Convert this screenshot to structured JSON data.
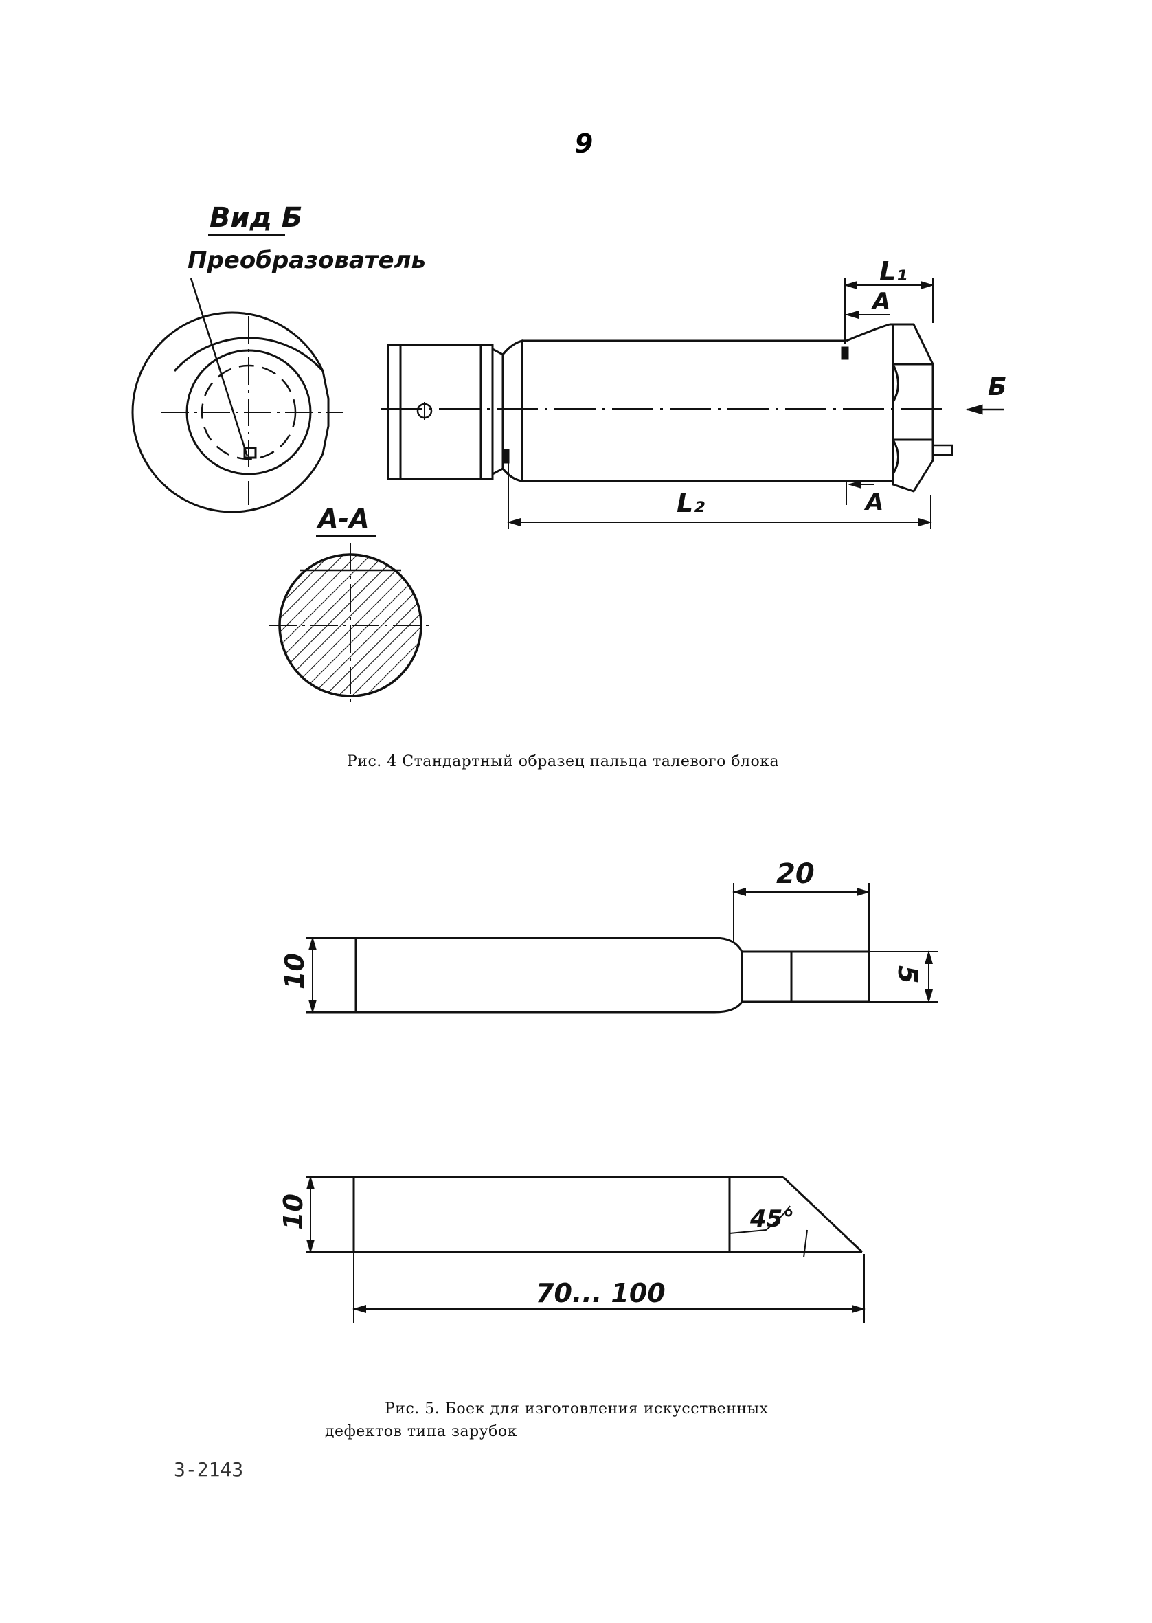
{
  "page_number": "9",
  "figure4": {
    "view_label": "Вид Б",
    "transducer_label": "Преобразователь",
    "section_label": "А-А",
    "dim_L1": "L₁",
    "dim_L2": "L₂",
    "mark_A": "А",
    "mark_B": "Б",
    "caption": "Рис. 4  Стандартный образец пальца талевого блока"
  },
  "figure5": {
    "dim_20": "20",
    "dim_10_top": "10",
    "dim_5": "5",
    "dim_10_bottom": "10",
    "dim_angle": "45°",
    "dim_length": "70... 100",
    "caption_line1": "Рис. 5. Боек для изготовления  искусственных",
    "caption_line2": "дефектов типа зарубок"
  },
  "footer_code": "3-2143"
}
